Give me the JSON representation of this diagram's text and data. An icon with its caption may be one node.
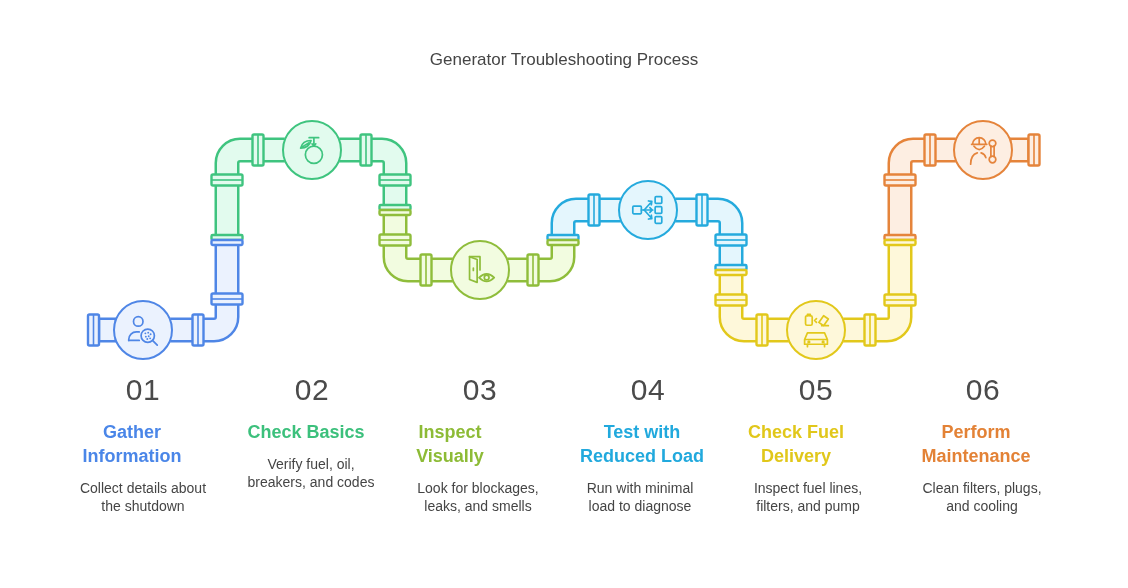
{
  "diagram": {
    "title": "Generator Troubleshooting Process",
    "nodes": [
      {
        "text": [],
        "shape": "circle",
        "beside": [
          "01",
          "Gather Information",
          "Collect details about the shutdown"
        ]
      },
      {
        "text": [],
        "shape": "circle",
        "beside": [
          "02",
          "Check Basics",
          "Verify fuel, oil, breakers, and codes"
        ]
      },
      {
        "text": [],
        "shape": "circle",
        "beside": [
          "03",
          "Inspect Visually",
          "Look for blockages, leaks, and smells"
        ]
      },
      {
        "text": [],
        "shape": "circle",
        "beside": [
          "04",
          "Test with Reduced Load",
          "Run with minimal load to diagnose"
        ]
      },
      {
        "text": [],
        "shape": "circle",
        "beside": [
          "05",
          "Check Fuel Delivery",
          "Inspect fuel lines, filters, and pump"
        ]
      },
      {
        "text": [],
        "shape": "circle",
        "beside": [
          "06",
          "Perform Maintenance",
          "Clean filters, plugs, and cooling"
        ]
      }
    ],
    "edges": [
      {
        "from": 0,
        "to": 1,
        "arrow": "none"
      },
      {
        "from": 1,
        "to": 2,
        "arrow": "none"
      },
      {
        "from": 2,
        "to": 3,
        "arrow": "none"
      },
      {
        "from": 3,
        "to": 4,
        "arrow": "none"
      },
      {
        "from": 4,
        "to": 5,
        "arrow": "none"
      }
    ]
  }
}
